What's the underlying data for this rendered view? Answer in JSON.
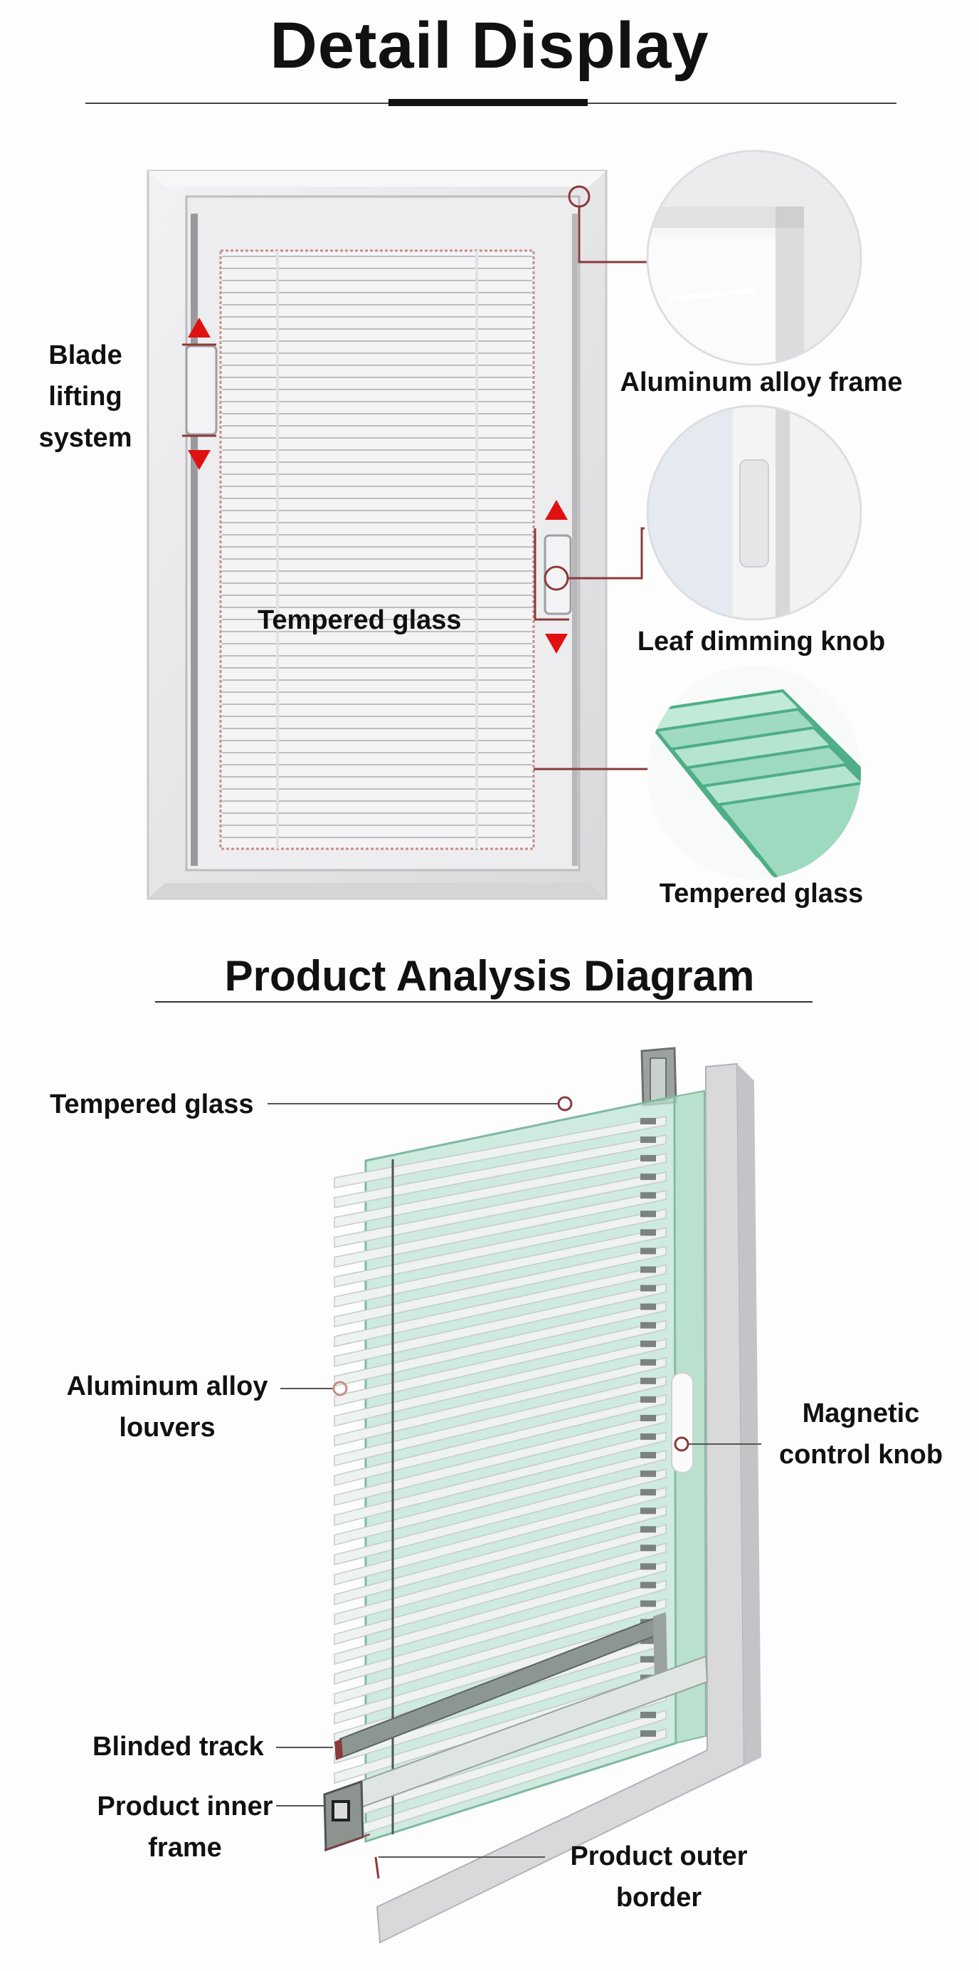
{
  "titles": {
    "detail": "Detail Display",
    "analysis": "Product Analysis Diagram"
  },
  "detail_labels": {
    "blade_lifting": [
      "Blade",
      "lifting",
      "system"
    ],
    "tempered_glass_center": "Tempered glass",
    "aluminum_frame": "Aluminum alloy frame",
    "leaf_knob": "Leaf dimming knob",
    "tempered_glass_right": "Tempered glass"
  },
  "analysis_labels": {
    "tempered_glass": "Tempered glass",
    "louvers": [
      "Aluminum alloy",
      "louvers"
    ],
    "magnetic_knob": [
      "Magnetic",
      "control knob"
    ],
    "blinded_track": "Blinded track",
    "inner_frame": [
      "Product inner",
      "frame"
    ],
    "outer_border": [
      "Product outer",
      "border"
    ]
  },
  "colors": {
    "leader_line": "#8b3a3a",
    "arrow_red": "#e01010",
    "frame_grey": "#e8e8ea",
    "glass_green": "#7fc9a8"
  }
}
